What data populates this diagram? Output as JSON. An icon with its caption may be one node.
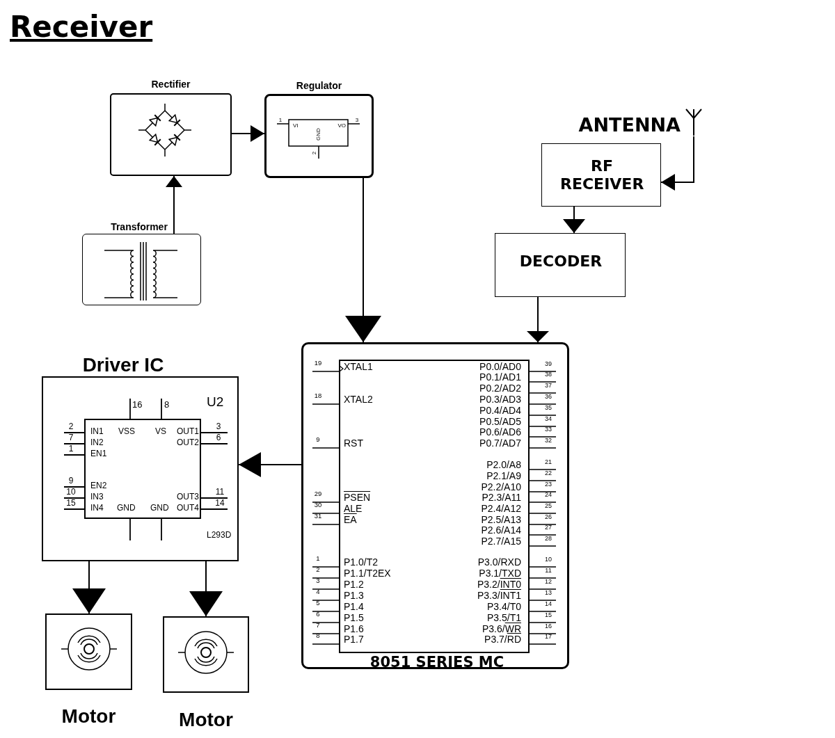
{
  "diagram": {
    "title": "Receiver",
    "nodes": [
      {
        "text": [
          "Rectifier"
        ]
      },
      {
        "text": [
          "Regulator"
        ]
      },
      {
        "text": [
          "Transformer"
        ]
      },
      {
        "text": [
          "ANTENNA"
        ]
      },
      {
        "text": [
          "RF RECEIVER"
        ]
      },
      {
        "text": [
          "DECODER"
        ]
      },
      {
        "text": [
          "8051 SERIES MC"
        ]
      },
      {
        "text": [
          "Driver IC"
        ]
      },
      {
        "text": [
          "Motor"
        ]
      },
      {
        "text": [
          "Motor"
        ]
      }
    ],
    "edges": [
      {
        "from": 2,
        "to": 0,
        "arrow": "to"
      },
      {
        "from": 0,
        "to": 1,
        "arrow": "to"
      },
      {
        "from": 1,
        "to": 6,
        "arrow": "to"
      },
      {
        "from": 3,
        "to": 4,
        "arrow": "to"
      },
      {
        "from": 4,
        "to": 5,
        "arrow": "to"
      },
      {
        "from": 5,
        "to": 6,
        "arrow": "to"
      },
      {
        "from": 6,
        "to": 7,
        "arrow": "to"
      },
      {
        "from": 7,
        "to": 8,
        "arrow": "to"
      },
      {
        "from": 7,
        "to": 9,
        "arrow": "to"
      }
    ],
    "labels": [
      "1",
      "VI",
      "VO",
      "3",
      "GND",
      "2",
      "16",
      "8",
      "U2",
      "2",
      "IN1",
      "VSS",
      "VS",
      "OUT1",
      "3",
      "7",
      "IN2",
      "OUT2",
      "6",
      "1",
      "EN1",
      "9",
      "EN2",
      "10",
      "IN3",
      "OUT3",
      "11",
      "15",
      "IN4",
      "GND",
      "GND",
      "OUT4",
      "14",
      "L293D",
      "19",
      "XTAL1",
      "18",
      "XTAL2",
      "9",
      "RST",
      "29",
      "PSEN",
      "30",
      "ALE",
      "31",
      "EA",
      "1",
      "P1.0/T2",
      "2",
      "P1.1/T2EX",
      "3",
      "P1.2",
      "4",
      "P1.3",
      "5",
      "P1.4",
      "6",
      "P1.5",
      "7",
      "P1.6",
      "8",
      "P1.7",
      "P0.0/AD0",
      "39",
      "P0.1/AD1",
      "38",
      "P0.2/AD2",
      "37",
      "P0.3/AD3",
      "36",
      "P0.4/AD4",
      "35",
      "P0.5/AD5",
      "34",
      "P0.6/AD6",
      "33",
      "P0.7/AD7",
      "32",
      "P2.0/A8",
      "21",
      "P2.1/A9",
      "22",
      "P2.2/A10",
      "23",
      "P2.3/A11",
      "24",
      "P2.4/A12",
      "25",
      "P2.5/A13",
      "26",
      "P2.6/A14",
      "27",
      "P2.7/A15",
      "28",
      "P3.0/RXD",
      "10",
      "P3.1/TXD",
      "11",
      "P3.2/INT0",
      "12",
      "P3.3/INT1",
      "13",
      "P3.4/T0",
      "14",
      "P3.5/T1",
      "15",
      "P3.6/WR",
      "16",
      "P3.7/RD",
      "17"
    ]
  }
}
